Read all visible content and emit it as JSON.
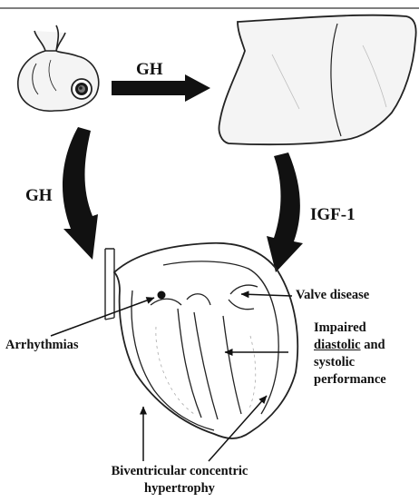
{
  "labels": {
    "gh_top": "GH",
    "gh_left": "GH",
    "igf1": "IGF-1",
    "valve_disease": "Valve disease",
    "arrhythmias": "Arrhythmias",
    "impaired_line1": "Impaired",
    "impaired_diastolic": "diastolic",
    "impaired_and": " and",
    "impaired_line3": "systolic",
    "impaired_line4": "performance",
    "biventricular_line1": "Biventricular concentric",
    "biventricular_line2": "hypertrophy"
  },
  "colors": {
    "ink": "#111111",
    "background": "#ffffff",
    "liver_fill": "#f4f4f4",
    "pituitary_fill": "#f4f4f4"
  }
}
